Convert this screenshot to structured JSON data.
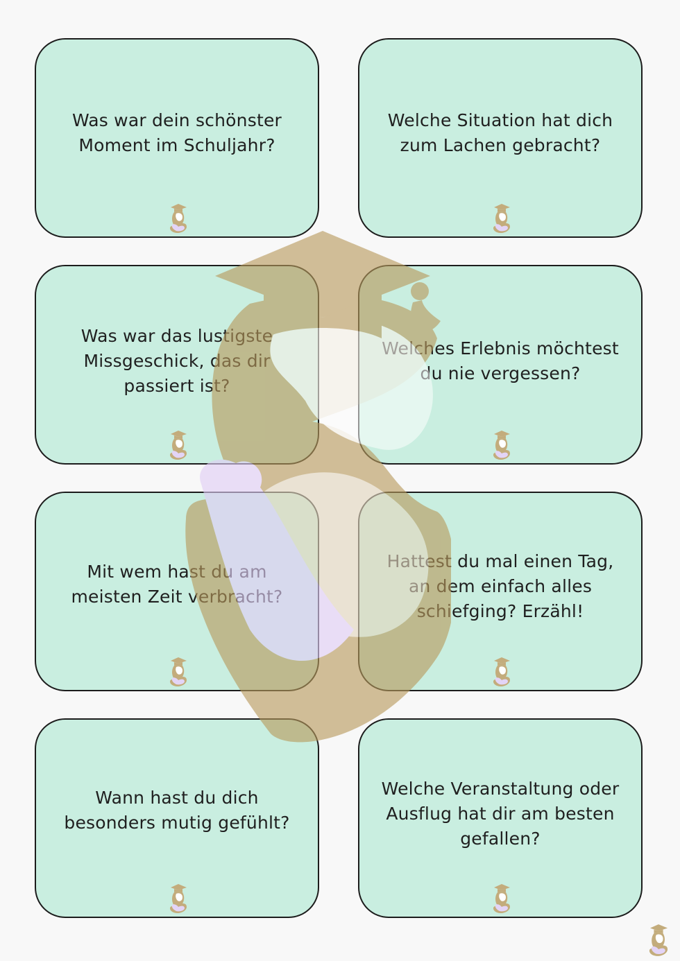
{
  "cards": [
    {
      "question": "Was war dein schönster Moment im Schuljahr?"
    },
    {
      "question": "Welche Situation hat dich zum Lachen gebracht?"
    },
    {
      "question": "Was war das lustigste Missgeschick, das dir passiert ist?"
    },
    {
      "question": "Welches Erlebnis möchtest du nie vergessen?"
    },
    {
      "question": "Mit wem hast du am meisten Zeit verbracht?"
    },
    {
      "question": "Hattest du mal einen Tag, an dem einfach alles schiefging? Erzähl!"
    },
    {
      "question": "Wann hast du dich besonders mutig gefühlt?"
    },
    {
      "question": "Welche Veranstaltung oder Ausflug hat dir am besten gefallen?"
    }
  ],
  "icons": {
    "card_logo": "graduate-logo-icon",
    "corner_logo": "graduate-logo-icon",
    "watermark": "graduate-watermark-icon"
  },
  "colors": {
    "page_background": "#f8f8f8",
    "card_fill": "#c9eee0",
    "card_border": "#1c1c1c",
    "text": "#1f1f1f",
    "logo_gold": "#c3ac7c",
    "logo_lavender": "#e3d4f6"
  }
}
